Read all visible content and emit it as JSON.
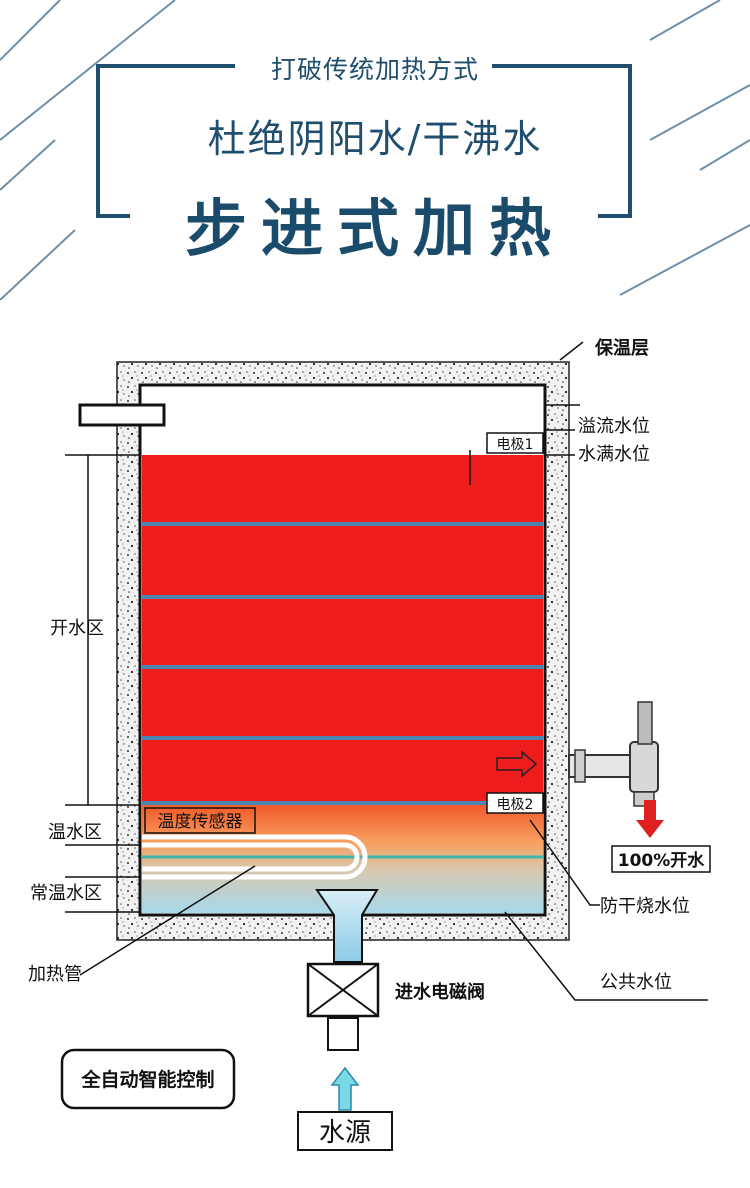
{
  "header": {
    "line1": "打破传统加热方式",
    "line2": "杜绝阴阳水/干沸水",
    "line3": "步进式加热"
  },
  "labels": {
    "insulation": "保温层",
    "overflow_level": "溢流水位",
    "full_level": "水满水位",
    "electrode1": "电极1",
    "electrode2": "电极2",
    "boiling_zone": "开水区",
    "warm_zone": "温水区",
    "normal_zone": "常温水区",
    "temp_sensor": "温度传感器",
    "heating_tube": "加热管",
    "outlet": "100%开水",
    "anti_dry_level": "防干烧水位",
    "common_level": "公共水位",
    "inlet_valve": "进水电磁阀",
    "auto_control": "全自动智能控制",
    "water_source": "水源"
  },
  "colors": {
    "header_text": "#1f4e6e",
    "hot_water": "#ee1c1c",
    "divider": "#4a86b0",
    "cool_water": "#a8d8ec",
    "arrow_red": "#e02020",
    "arrow_blue": "#7ad8e8"
  }
}
